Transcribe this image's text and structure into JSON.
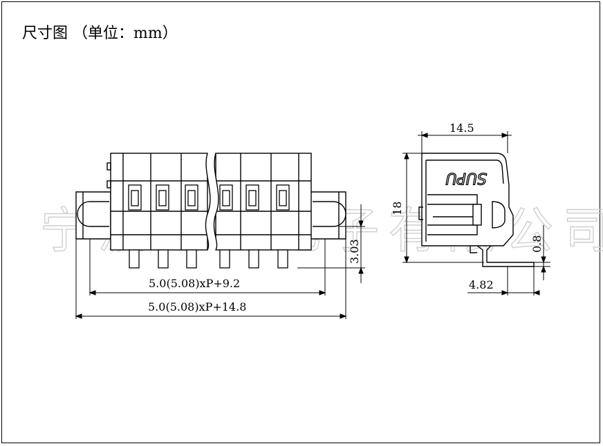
{
  "title": "尺寸图 （单位：mm）",
  "watermark": "宁波速普电子有限公司",
  "logo": "SUPU",
  "dimensions": {
    "pitch_formula_short": "5.0(5.08)xP+9.2",
    "pitch_formula_long": "5.0(5.08)xP+14.8",
    "height_303": "3.03",
    "width_145": "14.5",
    "height_18": "18",
    "pin_08": "0.8",
    "offset_482": "4.82"
  }
}
